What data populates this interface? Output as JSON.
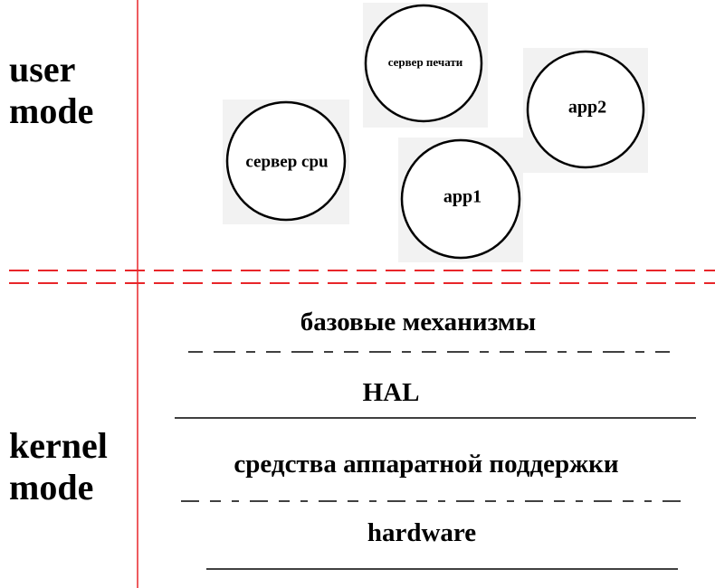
{
  "modes": {
    "user": [
      "user",
      "mode"
    ],
    "kernel": [
      "kernel",
      "mode"
    ]
  },
  "nodes": [
    {
      "label": "сервер печати"
    },
    {
      "label": "app2"
    },
    {
      "label": "сервер cpu"
    },
    {
      "label": "app1"
    }
  ],
  "layers": [
    {
      "label": "базовые механизмы"
    },
    {
      "label": "HAL"
    },
    {
      "label": "средства аппаратной поддержки"
    },
    {
      "label": "hardware"
    }
  ],
  "colors": {
    "divider": "#e8262a",
    "line": "#000000",
    "node_shadow": "#f2f2f2"
  }
}
